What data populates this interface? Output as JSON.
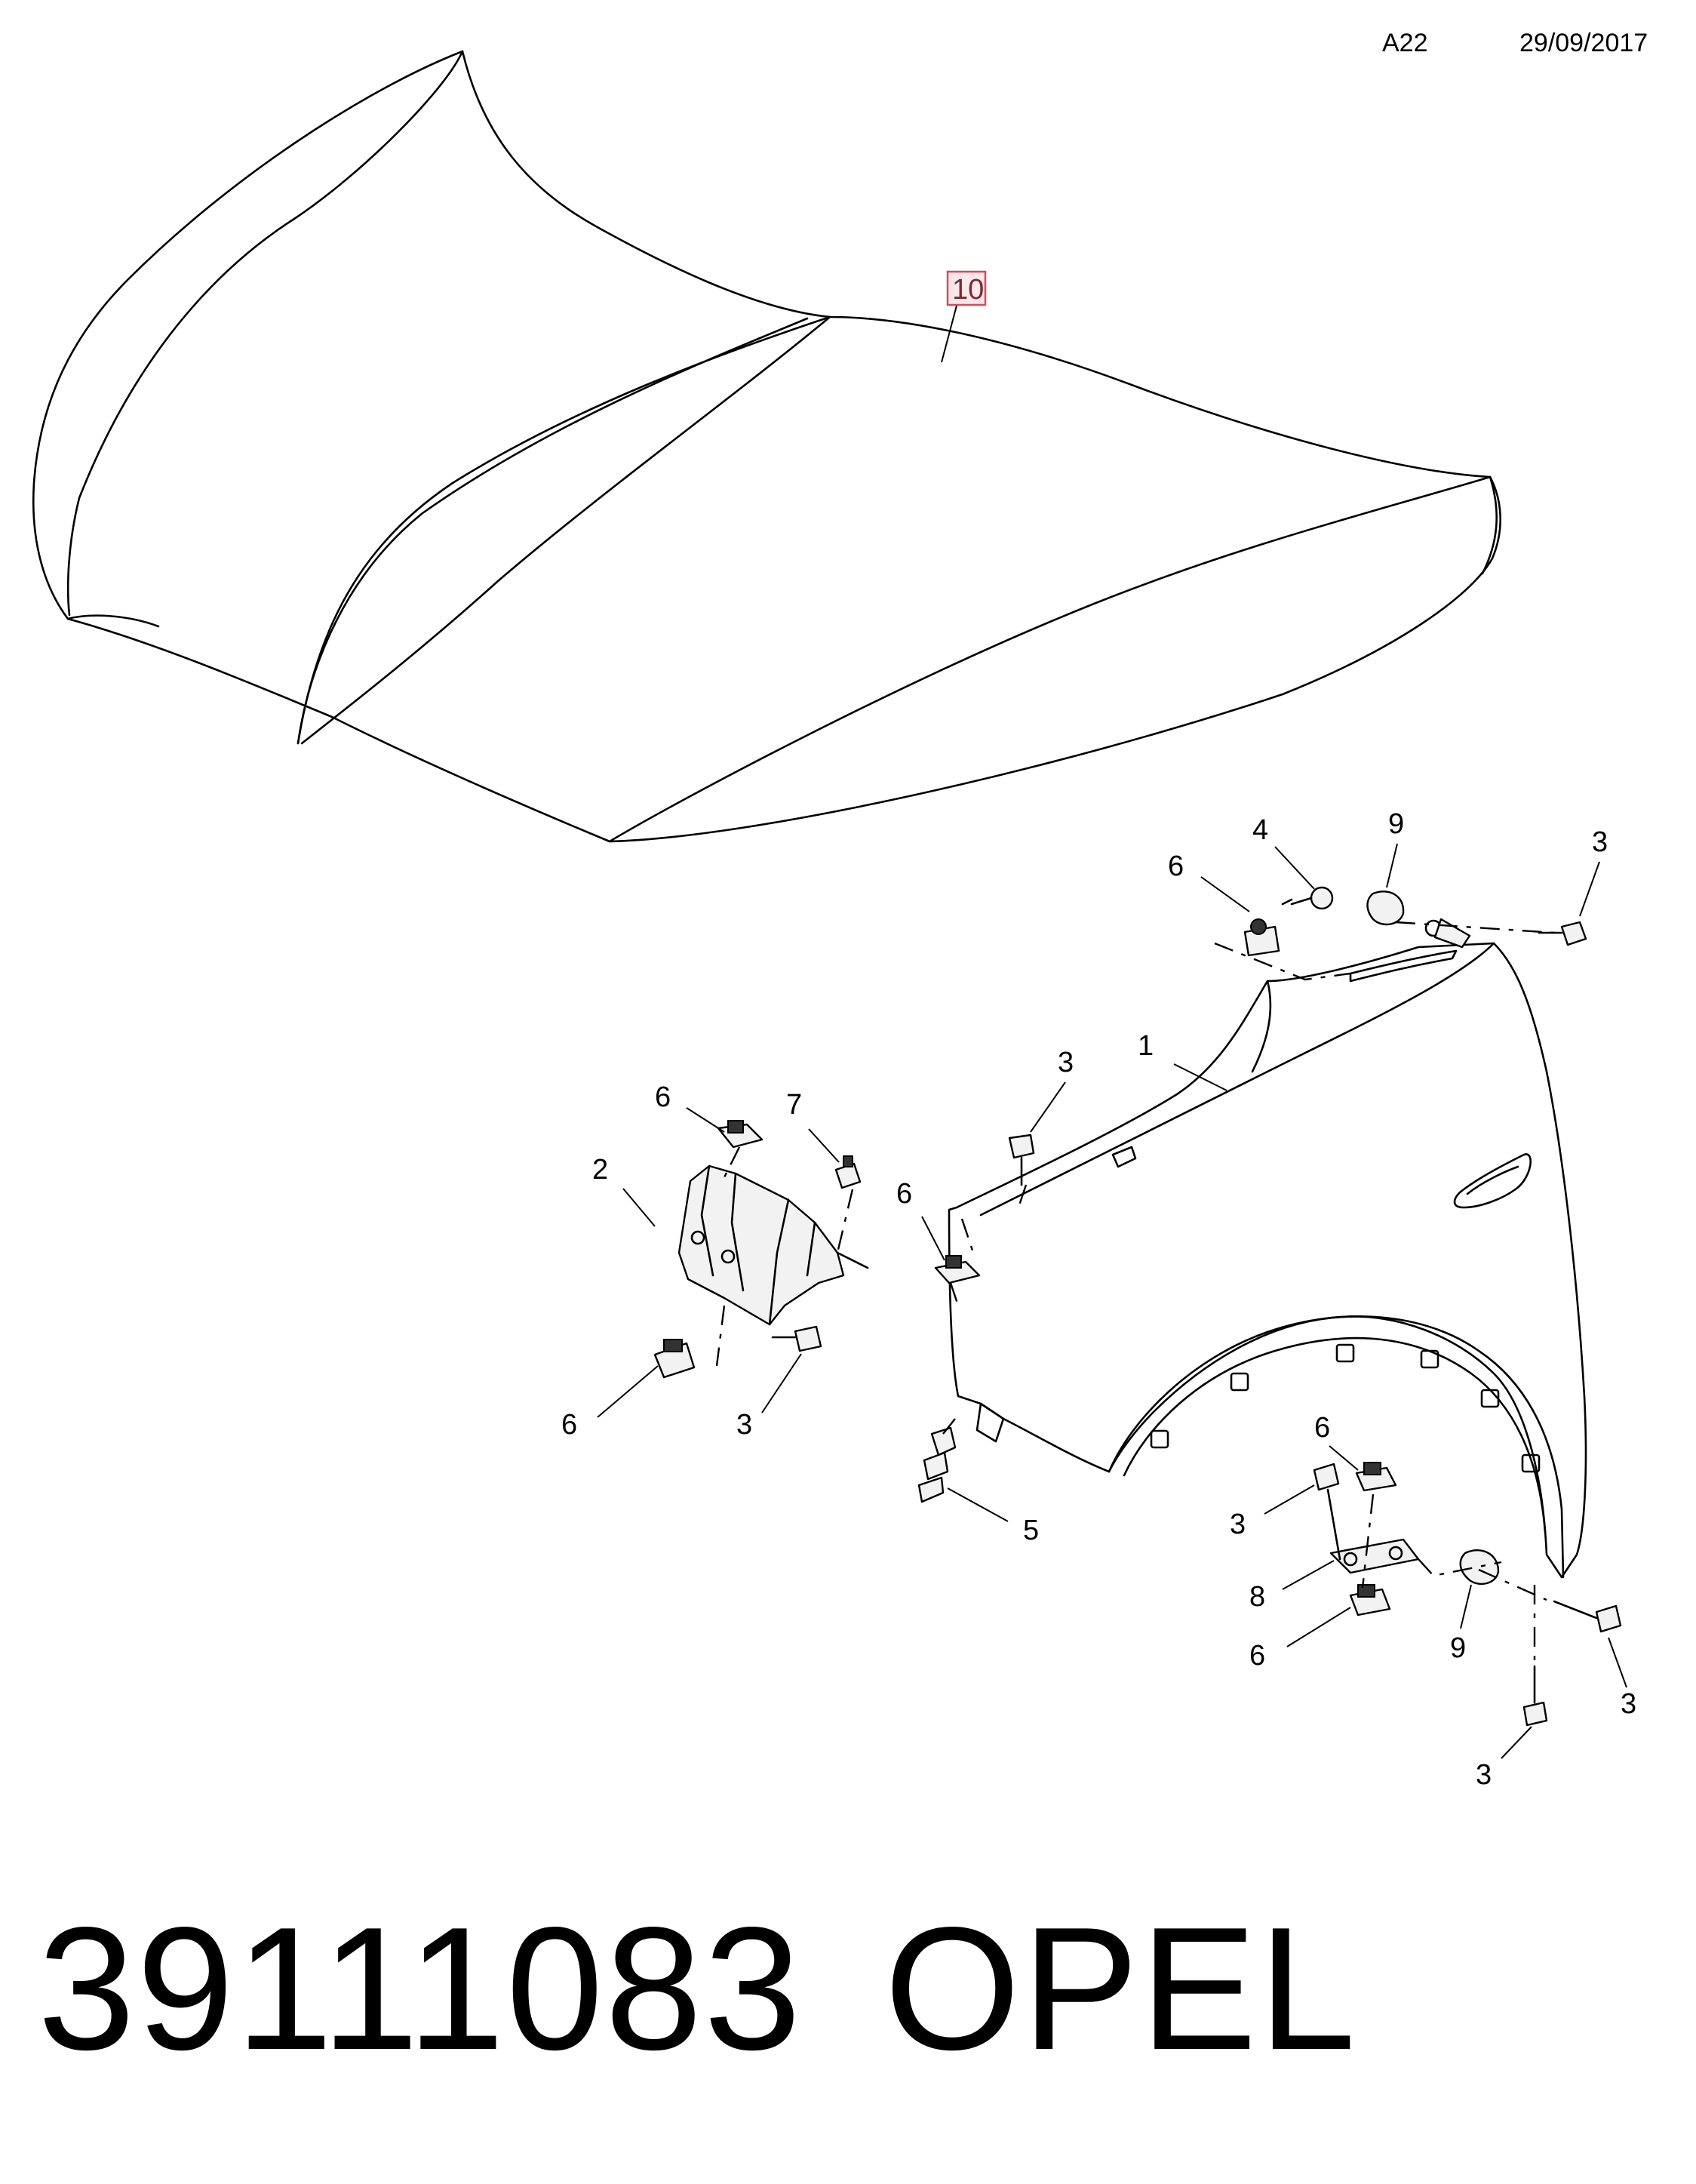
{
  "header": {
    "code": "A22",
    "date": "29/09/2017"
  },
  "callouts": {
    "hood": "10",
    "fender": "1",
    "bracket": "2",
    "bolt": "3",
    "grommet": "4",
    "stud": "5",
    "clip": "6",
    "pin": "7",
    "plate": "8",
    "washer": "9"
  },
  "footer": {
    "part_number": "39111083",
    "brand": "OPEL"
  }
}
